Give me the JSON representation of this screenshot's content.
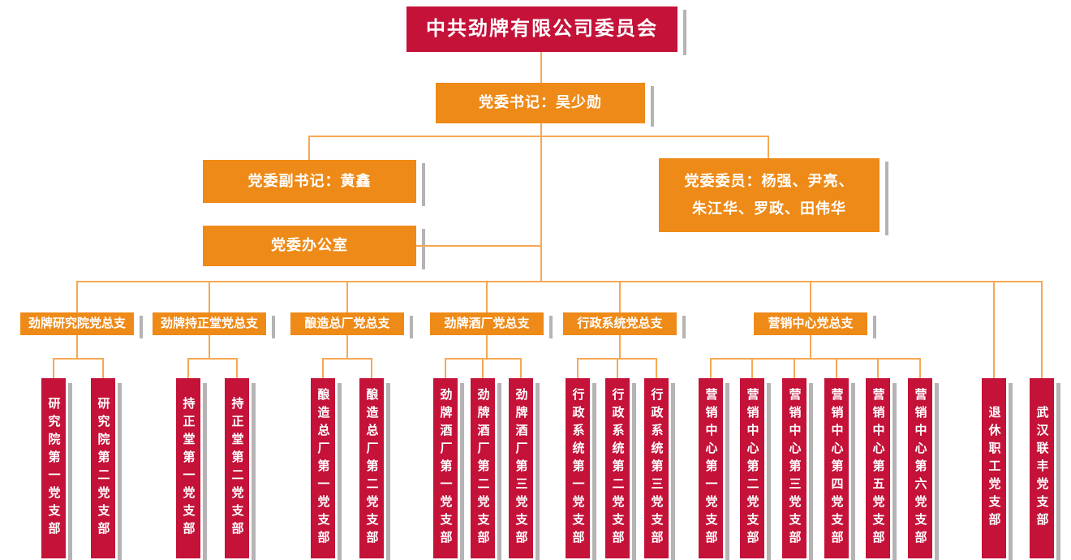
{
  "colors": {
    "red": "#C41239",
    "orange": "#EE8A17",
    "line": "#F6A854",
    "shadow": "#B5B3B3",
    "text": "#FFFFFF"
  },
  "root": {
    "title": "中共劲牌有限公司委员会"
  },
  "level2": {
    "secretary": "党委书记：吴少勋"
  },
  "level3": {
    "deputy_secretary": "党委副书记：黄鑫",
    "committee_line1": "党委委员：杨强、尹亮、",
    "committee_line2": "朱江华、罗政、田伟华",
    "office": "党委办公室"
  },
  "groups": [
    {
      "branch": "劲牌研究院党总支",
      "subs": [
        "研究院第一党支部",
        "研究院第二党支部"
      ]
    },
    {
      "branch": "劲牌持正堂党总支",
      "subs": [
        "持正堂第一党支部",
        "持正堂第二党支部"
      ]
    },
    {
      "branch": "酿造总厂党总支",
      "subs": [
        "酿造总厂第一党支部",
        "酿造总厂第二党支部"
      ]
    },
    {
      "branch": "劲牌酒厂党总支",
      "subs": [
        "劲牌酒厂第一党支部",
        "劲牌酒厂第二党支部",
        "劲牌酒厂第三党支部"
      ]
    },
    {
      "branch": "行政系统党总支",
      "subs": [
        "行政系统第一党支部",
        "行政系统第二党支部",
        "行政系统第三党支部"
      ]
    },
    {
      "branch": "营销中心党总支",
      "subs": [
        "营销中心第一党支部",
        "营销中心第二党支部",
        "营销中心第三党支部",
        "营销中心第四党支部",
        "营销中心第五党支部",
        "营销中心第六党支部"
      ]
    }
  ],
  "direct_branches": [
    "退休职工党支部",
    "武汉联丰党支部"
  ]
}
